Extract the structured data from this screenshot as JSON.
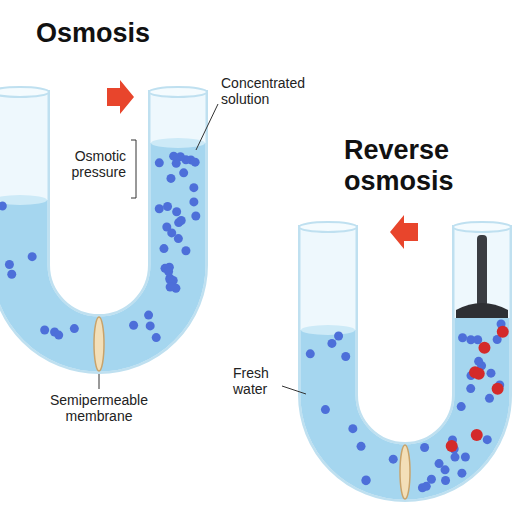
{
  "diagram": {
    "title": "Osmosis",
    "labels": [
      "Concentrated solution",
      "Osmotic pressure",
      "Semipermeable membrane",
      "Reverse osmosis",
      "Fresh water"
    ]
  }
}
